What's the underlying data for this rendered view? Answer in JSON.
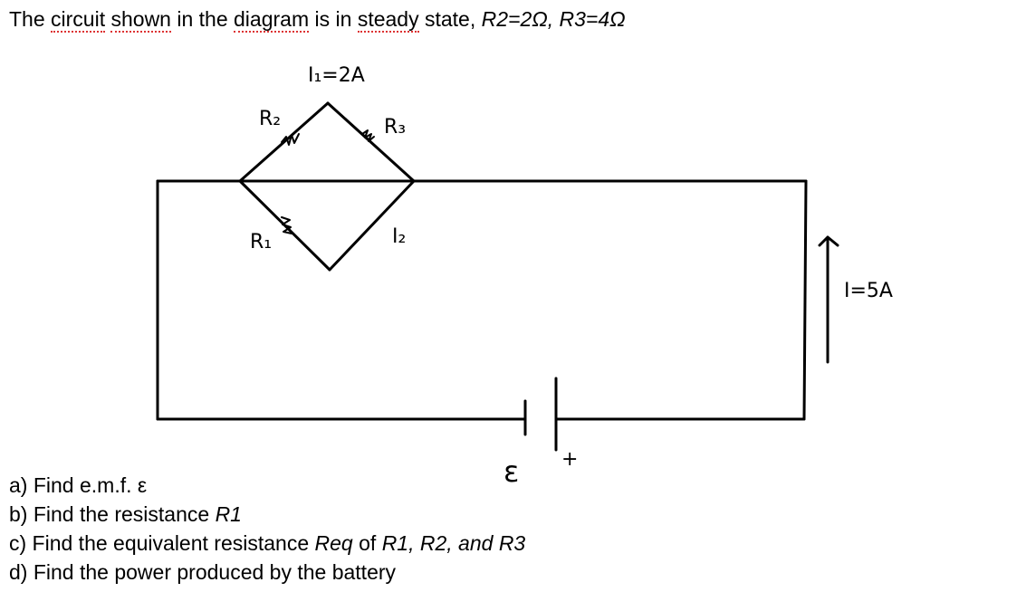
{
  "intro": {
    "w1": "The ",
    "w2": "circuit",
    "w3": " ",
    "w4": "shown",
    "w5": " in the ",
    "w6": "diagram",
    "w7": " is in ",
    "w8": "steady",
    "w9": " state, ",
    "given": "R2=2Ω, R3=4Ω"
  },
  "labels": {
    "i1": "I₁=2A",
    "r2": "R₂",
    "r3": "R₃",
    "r1": "R₁",
    "i2": "I₂",
    "i_total": "I=5A",
    "emf": "ε",
    "plus": "+"
  },
  "questions": {
    "a": {
      "prefix": "a) Find e.m.f. ε"
    },
    "b": {
      "prefix": "b) Find the resistance ",
      "var": "R1"
    },
    "c": {
      "prefix": "c) Find the equivalent resistance ",
      "var1": "Req",
      "mid": " of ",
      "var2": "R1, R2, and R3"
    },
    "d": {
      "prefix": "d) Find the power produced by the battery"
    }
  }
}
